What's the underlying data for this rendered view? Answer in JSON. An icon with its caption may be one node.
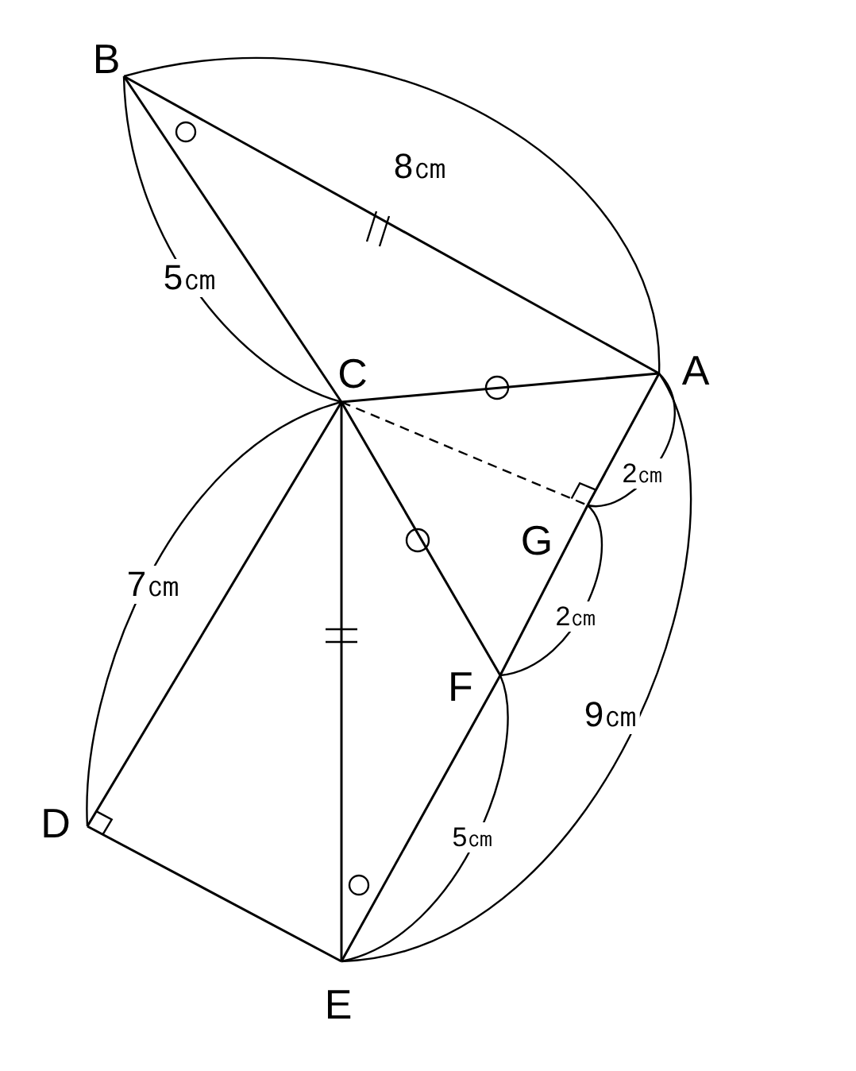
{
  "diagram": {
    "nodes": [
      {
        "text": [
          "B"
        ]
      },
      {
        "text": [
          "C"
        ]
      },
      {
        "text": [
          "A"
        ]
      },
      {
        "text": [
          "G"
        ]
      },
      {
        "text": [
          "F"
        ]
      },
      {
        "text": [
          "D"
        ]
      },
      {
        "text": [
          "E"
        ]
      }
    ],
    "edges": [
      {
        "from": 0,
        "to": 2,
        "arrow": "none"
      },
      {
        "from": 0,
        "to": 1,
        "arrow": "none"
      },
      {
        "from": 1,
        "to": 2,
        "arrow": "none"
      },
      {
        "from": 1,
        "to": 3,
        "arrow": "none",
        "style": "dashed"
      },
      {
        "from": 1,
        "to": 4,
        "arrow": "none"
      },
      {
        "from": 3,
        "to": 2,
        "arrow": "none"
      },
      {
        "from": 4,
        "to": 3,
        "arrow": "none"
      },
      {
        "from": 6,
        "to": 4,
        "arrow": "none"
      },
      {
        "from": 1,
        "to": 5,
        "arrow": "none"
      },
      {
        "from": 5,
        "to": 6,
        "arrow": "none"
      },
      {
        "from": 1,
        "to": 6,
        "arrow": "none"
      }
    ],
    "labels": [
      "8㎝",
      "5㎝",
      "2㎝",
      "7㎝",
      "2㎝",
      "9㎝",
      "5㎝"
    ]
  }
}
